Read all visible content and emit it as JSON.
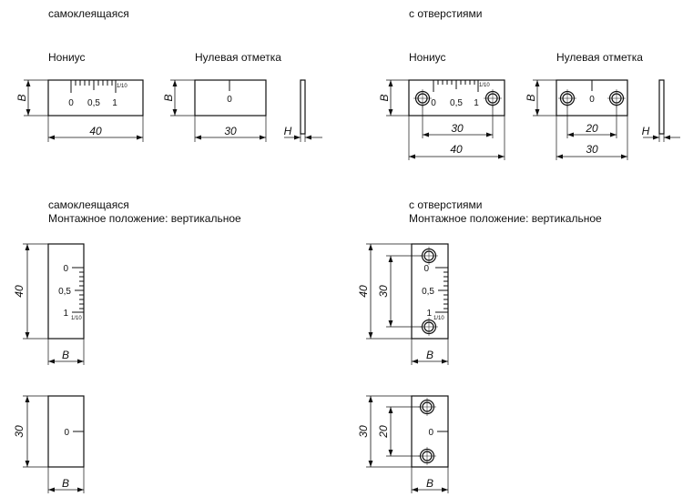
{
  "labels": {
    "self_adhesive": "самоклеящаяся",
    "with_holes": "с отверстиями",
    "vernier": "Нониус",
    "zero_mark": "Нулевая отметка",
    "mounting_vertical": "Монтажное положение: вертикальное"
  },
  "dims": {
    "B": "B",
    "H": "H",
    "d40": "40",
    "d30": "30",
    "d20": "20"
  },
  "scale": {
    "t0": "0",
    "t05": "0,5",
    "t1": "1",
    "fine": "1/10"
  }
}
